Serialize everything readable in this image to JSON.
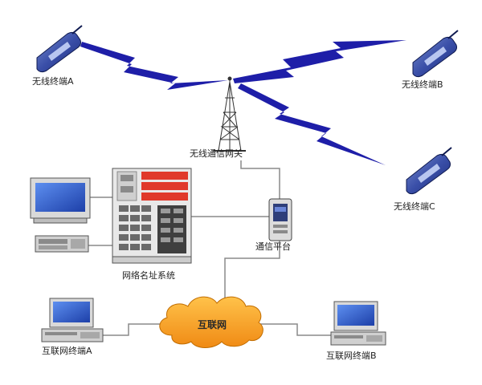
{
  "labels": {
    "terminal_a": "无线终端A",
    "terminal_b": "无线终端B",
    "terminal_c": "无线终端C",
    "wireless_gateway": "无线通信网关",
    "comm_platform": "通信平台",
    "network_name_system": "网络名址系统",
    "internet": "互联网",
    "internet_terminal_a": "互联网终端A",
    "internet_terminal_b": "互联网终端B"
  },
  "colors": {
    "signal_blue": "#1e1ea8",
    "cloud_fill": "#f5a623",
    "server_red": "#e0392b",
    "screen_blue": "#2f5fcf",
    "line_gray": "#8a8a8a"
  },
  "icons": {
    "phone": "mobile-phone-icon",
    "tower": "antenna-tower-icon",
    "server": "server-rack-icon",
    "desktop": "desktop-computer-icon",
    "keyboard": "keyboard-icon",
    "platform": "communication-platform-icon",
    "cloud": "internet-cloud-icon"
  }
}
